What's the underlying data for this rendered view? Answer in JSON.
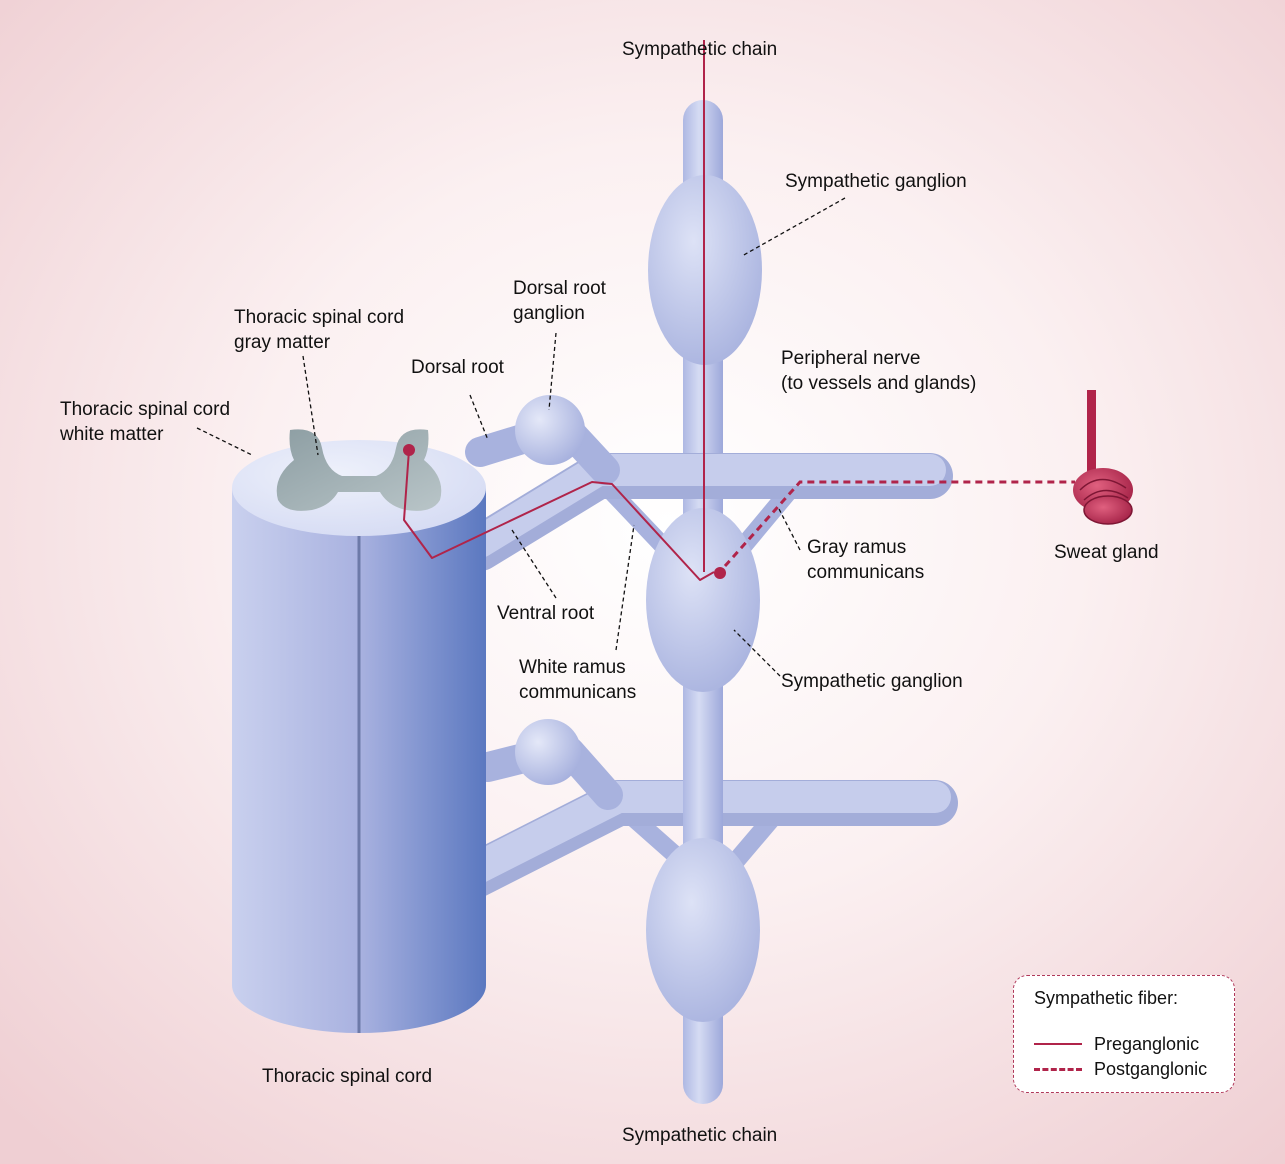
{
  "labels": {
    "sympathetic_chain_top": "Sympathetic chain",
    "sympathetic_chain_bottom": "Sympathetic chain",
    "sympathetic_ganglion_top": "Sympathetic ganglion",
    "sympathetic_ganglion_mid": "Sympathetic ganglion",
    "dorsal_root_ganglion": "Dorsal root\nganglion",
    "dorsal_root": "Dorsal root",
    "gray_matter": "Thoracic spinal cord\ngray matter",
    "white_matter": "Thoracic spinal cord\nwhite matter",
    "peripheral_nerve": "Peripheral nerve\n(to vessels and glands)",
    "gray_ramus": "Gray ramus\ncommunicans",
    "white_ramus": "White ramus\ncommunicans",
    "ventral_root": "Ventral root",
    "sweat_gland": "Sweat gland",
    "spinal_cord": "Thoracic spinal cord"
  },
  "legend": {
    "title": "Sympathetic fiber:",
    "preganglionic": "Preganglonic",
    "postganglionic": "Postganglonic"
  },
  "colors": {
    "nerve_fill": "#c6cdec",
    "nerve_dark": "#8f9bd0",
    "cord_front_dark": "#4d6fb8",
    "gray_matter": "#9eadb1",
    "fiber": "#b0244a",
    "background": "#f4dadd"
  }
}
